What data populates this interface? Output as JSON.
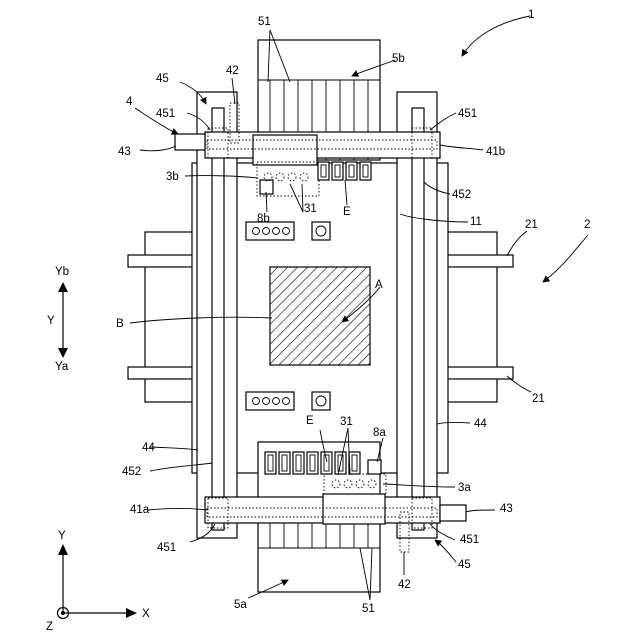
{
  "figure": {
    "labels": {
      "l1": "1",
      "l2": "2",
      "l4": "4",
      "l5b": "5b",
      "l5a": "5a",
      "l51_top": "51",
      "l51_bot": "51",
      "l45_top": "45",
      "l45_bot": "45",
      "l42_top": "42",
      "l42_bot": "42",
      "l451_tl": "451",
      "l451_tr": "451",
      "l451_bl": "451",
      "l451_br": "451",
      "l43_left": "43",
      "l43_right": "43",
      "l41b": "41b",
      "l41a": "41a",
      "l3b": "3b",
      "l3a": "3a",
      "l31_top": "31",
      "l31_bot": "31",
      "l8b": "8b",
      "l8a": "8a",
      "lE_top": "E",
      "lE_bot": "E",
      "l452_top": "452",
      "l452_bot": "452",
      "l11": "11",
      "l21_top": "21",
      "l21_bot": "21",
      "lA": "A",
      "lB": "B",
      "l44_left": "44",
      "l44_right": "44"
    },
    "axes": {
      "y_top": "Yb",
      "y_mid": "Y",
      "y_bot": "Ya",
      "coord_y": "Y",
      "coord_x": "X",
      "coord_z": "Z"
    }
  }
}
